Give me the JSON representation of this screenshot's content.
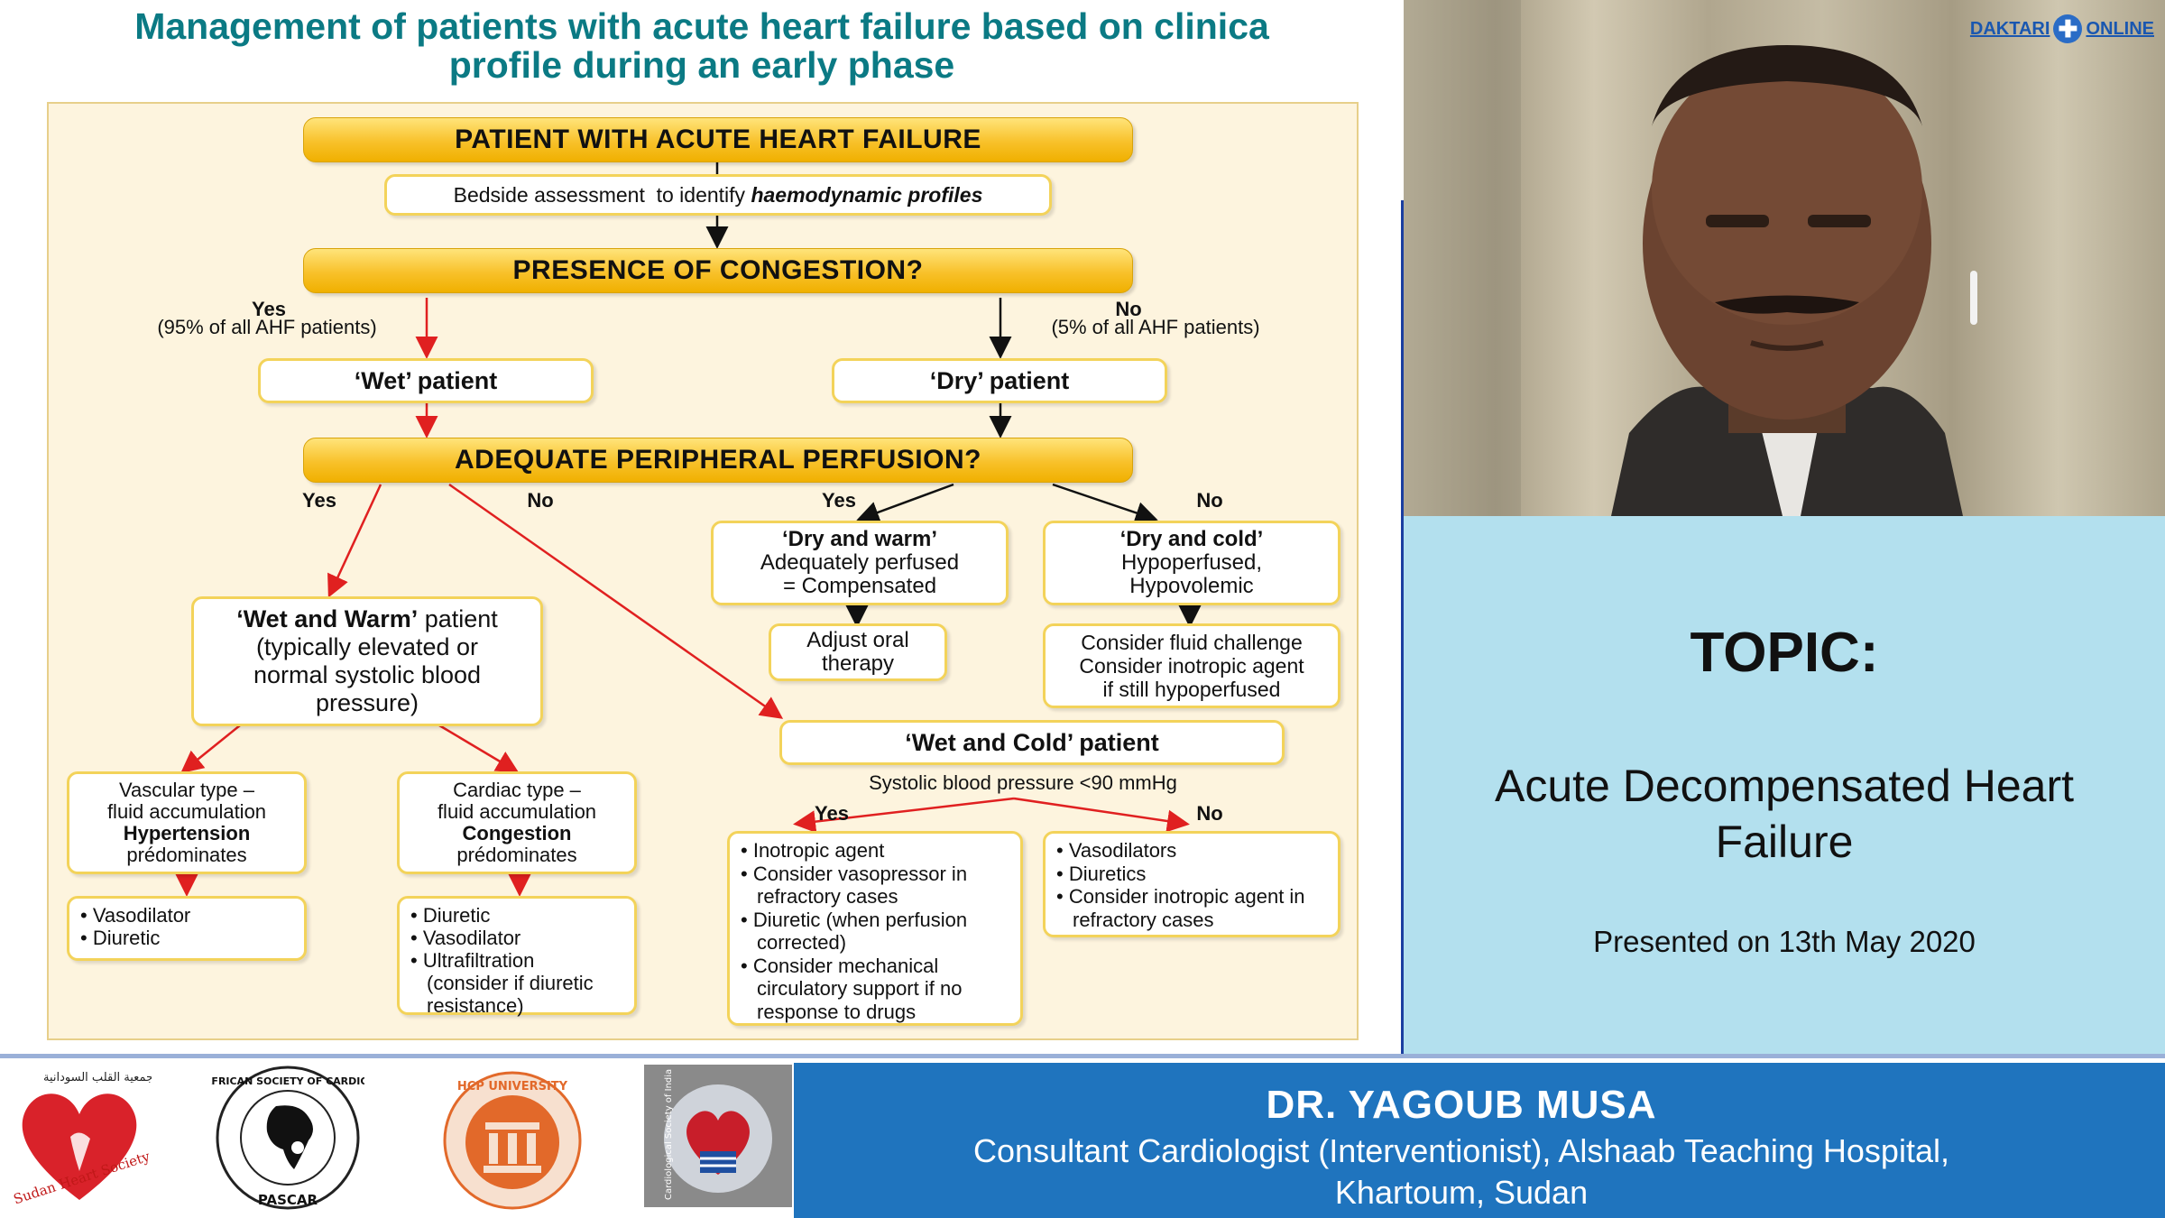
{
  "slide": {
    "title_line1": "Management of patients with acute heart failure based on clinica",
    "title_line2": "profile during an early phase",
    "flow": {
      "top_box": "PATIENT WITH ACUTE HEART FAILURE",
      "bedside_prefix": "Bedside assessment  to identify ",
      "bedside_emphasis": "haemodynamic profiles",
      "congestion": "PRESENCE OF CONGESTION?",
      "yes_label": "Yes",
      "yes_share": "(95% of all  AHF patients)",
      "no_label": "No",
      "no_share": "(5% of all  AHF patients)",
      "wet_patient": "‘Wet’ patient",
      "dry_patient": "‘Dry’ patient",
      "perfusion": "ADEQUATE PERIPHERAL PERFUSION?",
      "wet_yes": "Yes",
      "wet_no": "No",
      "dry_yes": "Yes",
      "dry_no": "No",
      "wet_warm_bold": "‘Wet and Warm’",
      "wet_warm_rest1": " patient",
      "wet_warm_rest2": "(typically elevated or",
      "wet_warm_rest3": "normal systolic blood",
      "wet_warm_rest4": "pressure)",
      "dry_warm_title": "‘Dry and warm’",
      "dry_warm_l2": "Adequately perfused",
      "dry_warm_l3": "= Compensated",
      "dry_cold_title": "‘Dry and cold’",
      "dry_cold_l2": "Hypoperfused,",
      "dry_cold_l3": "Hypovolemic",
      "adjust_oral": "Adjust oral",
      "adjust_therapy": "therapy",
      "consider_fluid_l1": "Consider fluid challenge",
      "consider_fluid_l2": "Consider inotropic agent",
      "consider_fluid_l3": "if still hypoperfused",
      "wet_cold": "‘Wet and Cold’ patient",
      "systolic": "Systolic  blood  pressure <90 mmHg",
      "wc_yes": "Yes",
      "wc_no": "No",
      "vascular_l1": "Vascular type –",
      "vascular_l2": "fluid accumulation",
      "vascular_l3": "Hypertension",
      "vascular_l4": "prédominates",
      "cardiac_l1": "Cardiac type –",
      "cardiac_l2": "fluid accumulation",
      "cardiac_l3": "Congestion",
      "cardiac_l4": "prédominates",
      "vascular_tx": [
        "Vasodilator",
        "Diuretic"
      ],
      "cardiac_tx": [
        "Diuretic",
        "Vasodilator",
        "Ultrafiltration",
        "(consider if diuretic",
        "resistance)"
      ],
      "wc_yes_tx": [
        "Inotropic agent",
        "Consider vasopressor in refractory cases",
        "Diuretic (when perfusion corrected)",
        "Consider mechanical circulatory support if no response to drugs"
      ],
      "wc_no_tx": [
        "Vasodilators",
        "Diuretics",
        "Consider inotropic  agent in refractory cases"
      ]
    }
  },
  "video": {
    "watermark_left": "DAKTARI",
    "watermark_right": "ONLINE"
  },
  "topic": {
    "label": "TOPIC:",
    "title_line1": "Acute Decompensated Heart",
    "title_line2": "Failure",
    "presented": "Presented on 13th May 2020"
  },
  "presenter": {
    "name": "DR. YAGOUB MUSA",
    "role_line1": "Consultant Cardiologist (Interventionist), Alshaab Teaching Hospital,",
    "role_line2": "Khartoum, Sudan"
  },
  "logos": {
    "sudan_heart": "Sudan Heart Society",
    "pascar_ring": "PAN-AFRICAN SOCIETY OF CARDIOLOGY",
    "pascar_short": "PASCAR",
    "hcp": "HCP UNIVERSITY",
    "csi": "Cardiological Society of India"
  },
  "colors": {
    "title": "#0b7a84",
    "banner": "#1f74be",
    "panel": "#b3e0ee",
    "yellow": "#f8c12a",
    "arrow_red": "#e02020"
  }
}
